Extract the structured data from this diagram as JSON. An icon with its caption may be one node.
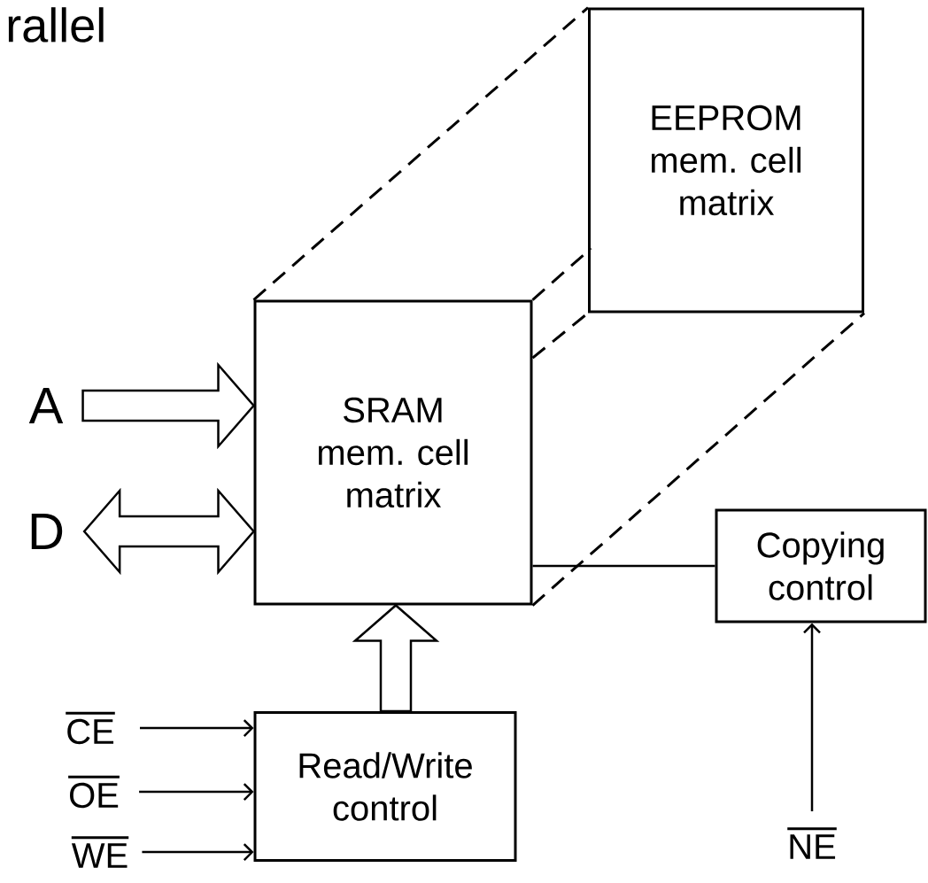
{
  "diagram": {
    "title": "rallel",
    "nodes": [
      {
        "text": [
          "EEPROM mem. cell matrix"
        ]
      },
      {
        "text": [
          "SRAM mem. cell matrix"
        ]
      },
      {
        "text": [
          "Copying control"
        ]
      },
      {
        "text": [
          "Read/Write control"
        ]
      },
      {
        "text": [
          "A"
        ]
      },
      {
        "text": [
          "D"
        ]
      },
      {
        "text": [
          "CE"
        ]
      },
      {
        "text": [
          "OE"
        ]
      },
      {
        "text": [
          "WE"
        ]
      },
      {
        "text": [
          "NE"
        ]
      }
    ],
    "edges": [
      {
        "from": 4,
        "to": 1,
        "arrow": "to",
        "style": "thick"
      },
      {
        "from": 5,
        "to": 1,
        "arrow": "both",
        "style": "thick"
      },
      {
        "from": 3,
        "to": 1,
        "arrow": "to",
        "style": "thick"
      },
      {
        "from": 1,
        "to": 2,
        "arrow": "none"
      },
      {
        "from": 6,
        "to": 3,
        "arrow": "to"
      },
      {
        "from": 7,
        "to": 3,
        "arrow": "to"
      },
      {
        "from": 8,
        "to": 3,
        "arrow": "to"
      },
      {
        "from": 9,
        "to": 2,
        "arrow": "to"
      },
      {
        "from": 1,
        "to": 0,
        "arrow": "none",
        "style": "dashed"
      },
      {
        "from": 1,
        "to": 0,
        "arrow": "none",
        "style": "dashed"
      },
      {
        "from": 1,
        "to": 0,
        "arrow": "none",
        "style": "dashed"
      },
      {
        "from": 1,
        "to": 0,
        "arrow": "none",
        "style": "dashed"
      }
    ]
  }
}
